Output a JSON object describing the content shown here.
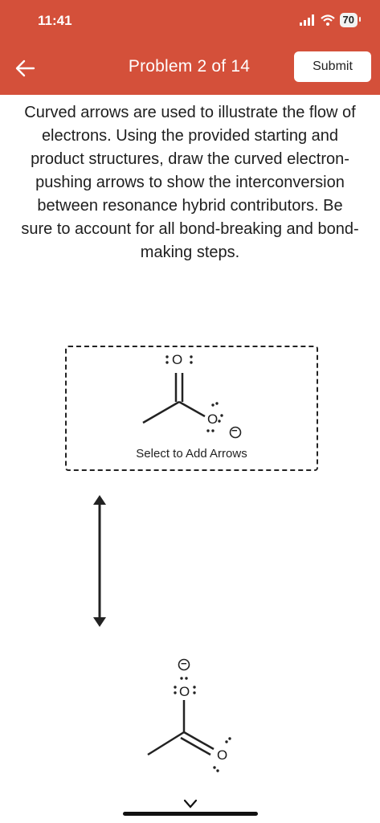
{
  "status_bar": {
    "time": "11:41",
    "battery": "70"
  },
  "header": {
    "title": "Problem 2 of 14",
    "submit_label": "Submit"
  },
  "instructions": "Curved arrows are used to illustrate the flow of electrons. Using the provided starting and product structures, draw the curved electron-pushing arrows to show the interconversion between resonance hybrid contributors. Be sure to account for all bond-breaking and bond-making steps.",
  "canvas": {
    "add_arrows_label": "Select to Add Arrows",
    "atom_label": "O",
    "charge_label": "−"
  },
  "product": {
    "atom_label": "O",
    "charge_label": "−"
  },
  "colors": {
    "header": "#d4503a",
    "text": "#1b1b1b"
  },
  "icons": [
    "back-arrow-icon",
    "signal-icon",
    "wifi-icon",
    "battery-icon",
    "resonance-arrow-icon",
    "chevron-icon"
  ]
}
